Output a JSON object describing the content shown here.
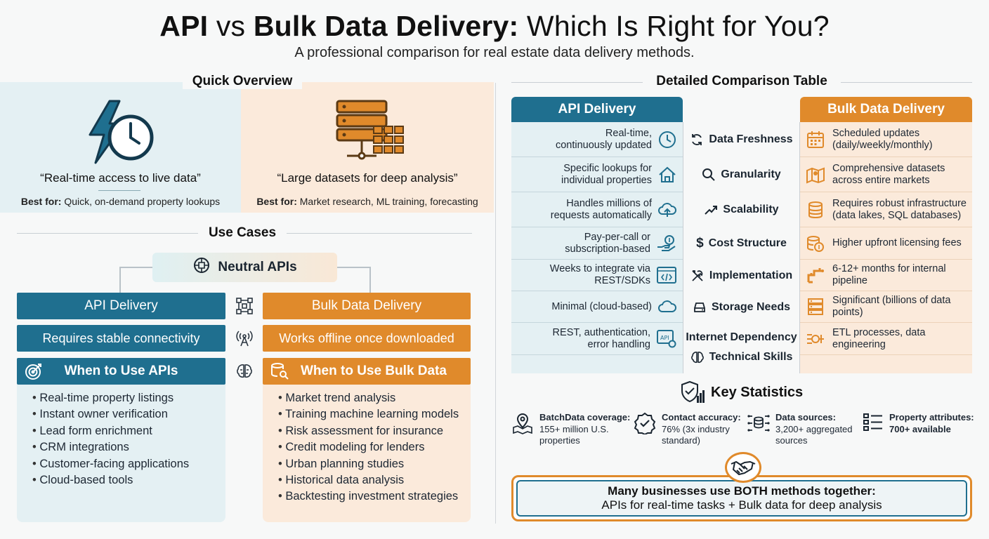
{
  "header": {
    "title_part1": "API",
    "title_part2": " vs ",
    "title_part3": "Bulk Data Delivery:",
    "title_part4": " Which Is Right for You?",
    "subtitle": "A professional comparison for real estate data delivery methods."
  },
  "overview": {
    "heading": "Quick Overview",
    "api": {
      "icon": "lightning-clock-icon",
      "quote": "“Real-time access to live data”",
      "best_label": "Best for:",
      "best_value": " Quick, on-demand property lookups"
    },
    "bulk": {
      "icon": "server-stack-icon",
      "quote": "“Large datasets for deep analysis”",
      "best_label": "Best for:",
      "best_value": " Market research, ML training, forecasting"
    }
  },
  "use_cases": {
    "heading": "Use Cases",
    "neutral_label": "Neutral APIs",
    "api_title": "API Delivery",
    "bulk_title": "Bulk Data Delivery",
    "api_requirement": "Requires stable connectivity",
    "bulk_requirement": "Works offline once downloaded",
    "api_when": "When to Use APIs",
    "bulk_when": "When to Use Bulk Data",
    "api_items": [
      "Real-time property listings",
      "Instant owner verification",
      "Lead form enrichment",
      "CRM integrations",
      "Customer-facing applications",
      "Cloud-based tools"
    ],
    "bulk_items": [
      "Market trend analysis",
      "Training machine learning models",
      "Risk assessment for insurance",
      "Credit modeling for lenders",
      "Urban planning studies",
      "Historical data analysis",
      "Backtesting investment strategies"
    ]
  },
  "table": {
    "heading": "Detailed Comparison Table",
    "api_header": "API Delivery",
    "bulk_header": "Bulk Data Delivery",
    "rows": [
      {
        "api": "Real-time,\ncontinuously updated",
        "criterion": "Data Freshness",
        "bulk": "Scheduled updates\n(daily/weekly/monthly)"
      },
      {
        "api": "Specific lookups for\nindividual properties",
        "criterion": "Granularity",
        "bulk": "Comprehensive datasets\nacross entire markets"
      },
      {
        "api": "Handles millions of\nrequests automatically",
        "criterion": "Scalability",
        "bulk": "Requires robust infrastructure\n(data lakes, SQL databases)"
      },
      {
        "api": "Pay-per-call or\nsubscription-based",
        "criterion": "Cost Structure",
        "bulk": "Higher upfront licensing fees"
      },
      {
        "api": "Weeks to integrate via\nREST/SDKs",
        "criterion": "Implementation",
        "bulk": "6-12+ months for internal\npipeline"
      },
      {
        "api": "Minimal (cloud-based)",
        "criterion": "Storage Needs",
        "bulk": "Significant (billions of data\npoints)"
      },
      {
        "api": "REST, authentication,\nerror handling",
        "criterion": "Internet Dependency",
        "bulk": "ETL processes, data\nengineering"
      }
    ],
    "extra_criterion": "Technical Skills"
  },
  "stats": {
    "heading": "Key Statistics",
    "items": [
      {
        "label": "BatchData coverage:",
        "value": "155+ million U.S.\nproperties"
      },
      {
        "label": "Contact accuracy:",
        "value": "76% (3x industry\nstandard)"
      },
      {
        "label": "Data sources:",
        "value": "3,200+ aggregated\nsources"
      },
      {
        "label": "Property attributes:",
        "value": "700+ available"
      }
    ]
  },
  "footer": {
    "line1": "Many businesses use BOTH methods together:",
    "line2": "APIs for real-time tasks + Bulk data for deep analysis"
  },
  "colors": {
    "api_blue": "#1f6f8f",
    "bulk_orange": "#e08a2b",
    "api_bg": "#e4f0f3",
    "bulk_bg": "#fbeadb"
  }
}
